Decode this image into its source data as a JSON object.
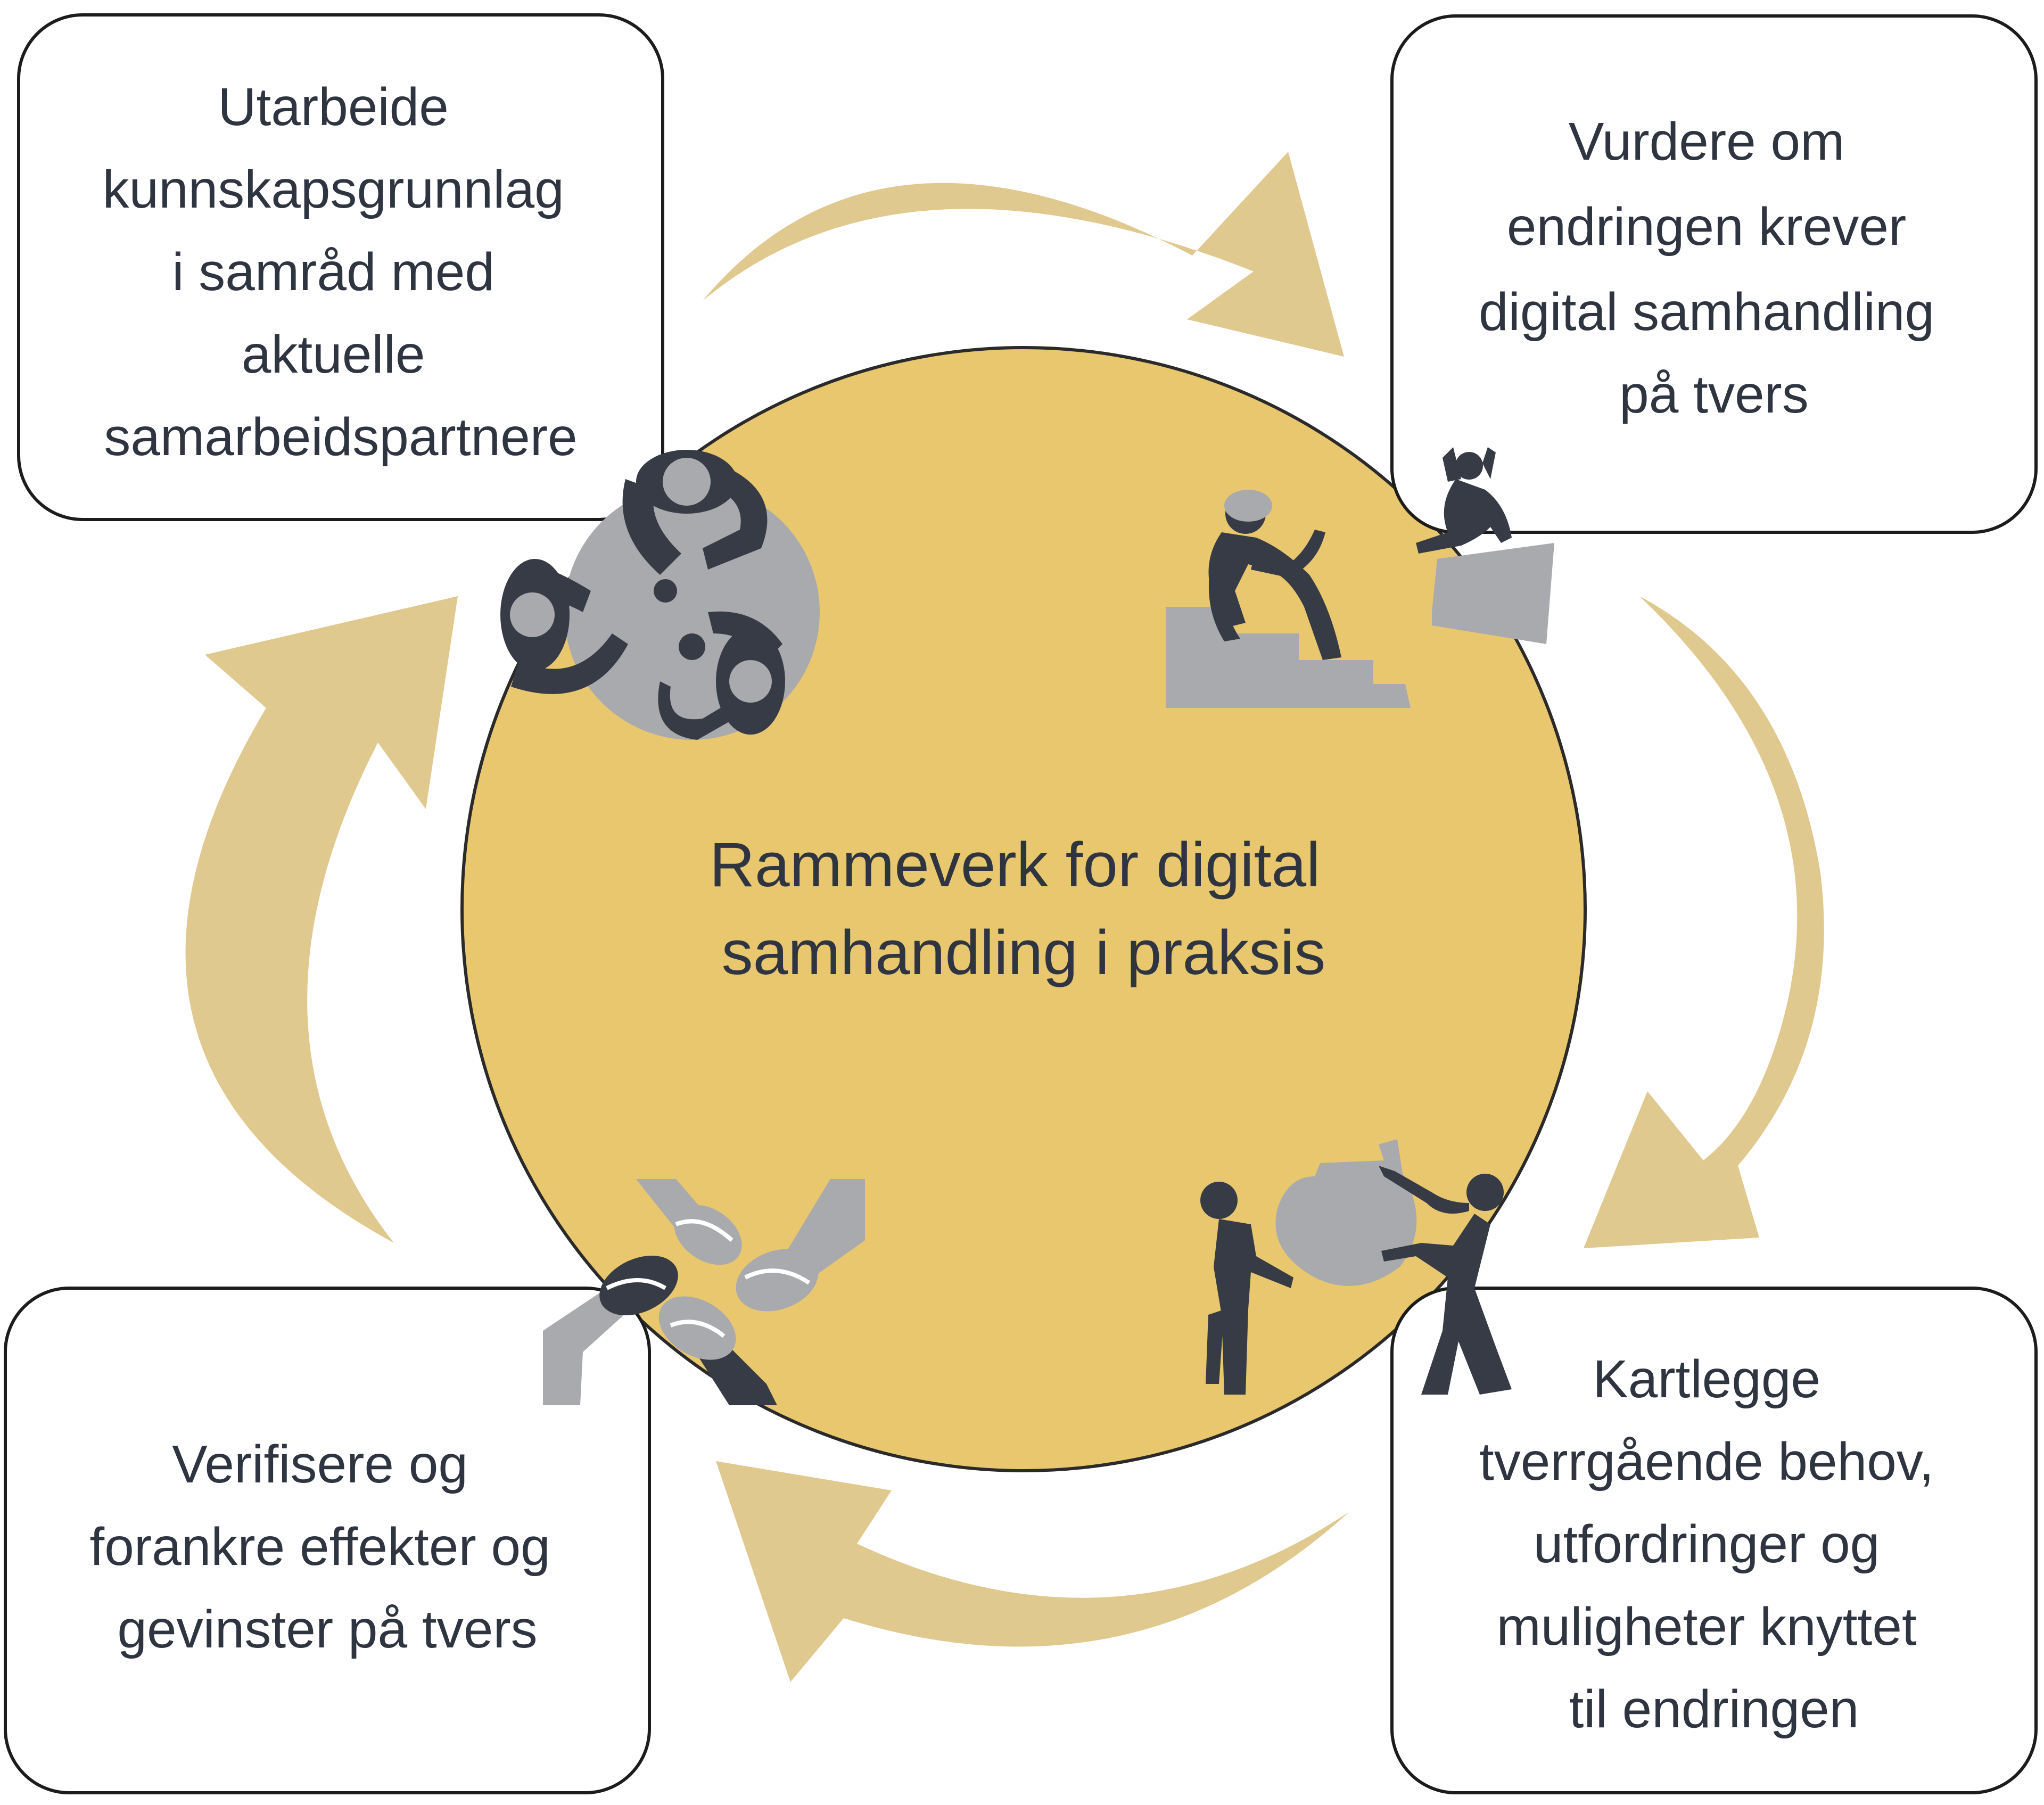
{
  "center": {
    "lines": [
      "Rammeverk for digital",
      "samhandling i praksis"
    ]
  },
  "steps": [
    {
      "lines": [
        "Utarbeide",
        "kunnskapsgrunnlag",
        "i samråd med",
        "aktuelle",
        "samarbeidspartnere"
      ]
    },
    {
      "lines": [
        "Vurdere om",
        "endringen krever",
        "digital samhandling",
        "på tvers"
      ]
    },
    {
      "lines": [
        "Kartlegge",
        "tverrgående behov,",
        "utfordringer og",
        "muligheter knyttet",
        "til endringen"
      ]
    },
    {
      "lines": [
        "Verifisere og",
        "forankre effekter og",
        "gevinster på tvers"
      ]
    }
  ],
  "colors": {
    "circle": "#e8c76f",
    "arrow": "#e0c98e",
    "figure_dark": "#363b45",
    "figure_gray": "#a9aaad",
    "text": "#2f3540",
    "box_border": "#1c1c1c"
  },
  "illustrations": [
    "people-collaborating-illustration",
    "person-sitting-on-stairs-illustration",
    "people-carrying-shape-illustration",
    "linked-hands-illustration"
  ]
}
